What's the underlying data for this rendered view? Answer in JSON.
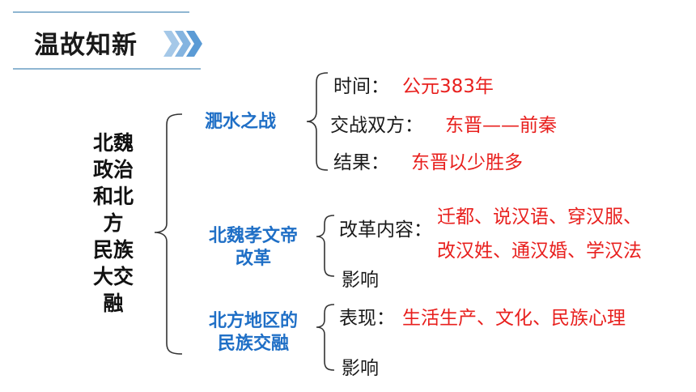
{
  "header": {
    "title": "温故知新"
  },
  "main_topic": [
    "北魏",
    "政治",
    "和北",
    "方",
    "民族",
    "大交",
    "融"
  ],
  "sections": [
    {
      "title": [
        "淝水之战"
      ],
      "items": [
        {
          "label": "时间：",
          "value": "公元383年"
        },
        {
          "label": "交战双方：",
          "value": "东晋——前秦"
        },
        {
          "label": "结果：",
          "value": "东晋以少胜多"
        }
      ]
    },
    {
      "title": [
        "北魏孝文帝",
        "改革"
      ],
      "items": [
        {
          "label": "改革内容：",
          "value_lines": [
            "迁都、说汉语、穿汉服、",
            "改汉姓、通汉婚、学汉法"
          ]
        },
        {
          "label": "影响",
          "value": ""
        }
      ]
    },
    {
      "title": [
        "北方地区的",
        "民族交融"
      ],
      "items": [
        {
          "label": "表现：",
          "value": "生活生产、文化、民族心理"
        },
        {
          "label": "影响",
          "value": ""
        }
      ]
    }
  ],
  "colors": {
    "topic": "#1f6fc6",
    "value": "#e8201e",
    "bracket": "#333333",
    "header_line": "#8fb6d2",
    "chevron": "#5b9bd5"
  }
}
